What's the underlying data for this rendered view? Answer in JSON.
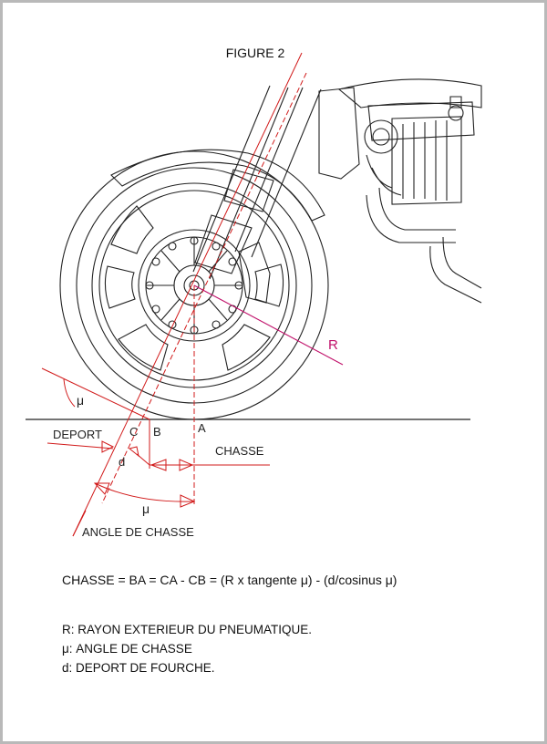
{
  "figure": {
    "title": "FIGURE 2",
    "labels": {
      "radius": "R",
      "mu": "μ",
      "deport": "DEPORT",
      "c": "C",
      "b": "B",
      "a": "A",
      "chasse": "CHASSE",
      "d": "d",
      "angle_de_chasse": "ANGLE DE CHASSE"
    },
    "formula": "CHASSE = BA = CA - CB = (R x tangente μ) - (d/cosinus μ)",
    "legend": [
      "R: RAYON EXTERIEUR DU PNEUMATIQUE.",
      "μ: ANGLE DE CHASSE",
      "d: DEPORT DE FOURCHE."
    ],
    "colors": {
      "annotation": "#d11a1a",
      "radius": "#c0106a",
      "line": "#222222"
    }
  }
}
